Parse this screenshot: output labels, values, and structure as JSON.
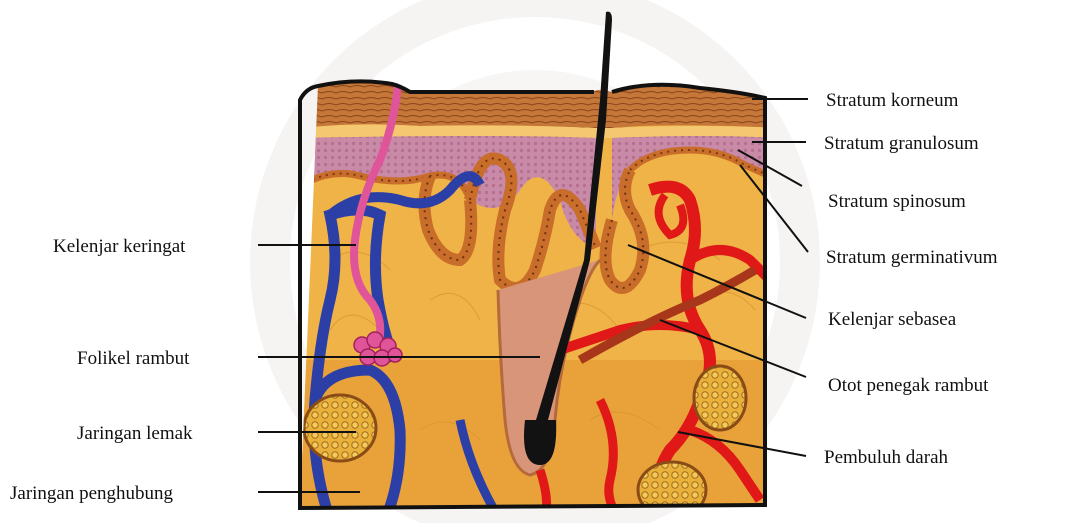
{
  "colors": {
    "outline": "#111111",
    "corneum": "#b5652f",
    "epidermis": "#d58ea9",
    "dermis": "#f0b548",
    "hypodermis": "#e9a23a",
    "blood_vessel_red": "#e01818",
    "blood_vessel_blue": "#2c3fa6",
    "sweat_gland": "#e0559a",
    "sebaceous": "#c9742e",
    "hair": "#121212",
    "fat": "#e8b63a",
    "watermark": "#f3f0ef"
  },
  "labels": {
    "left": [
      {
        "id": "kelenjar-keringat",
        "text": "Kelenjar keringat"
      },
      {
        "id": "folikel-rambut",
        "text": "Folikel rambut"
      },
      {
        "id": "jaringan-lemak",
        "text": "Jaringan lemak"
      },
      {
        "id": "jaringan-penghubung",
        "text": "Jaringan penghubung"
      }
    ],
    "right": [
      {
        "id": "stratum-korneum",
        "text": "Stratum korneum"
      },
      {
        "id": "stratum-granulosum",
        "text": "Stratum granulosum"
      },
      {
        "id": "stratum-spinosum",
        "text": "Stratum spinosum"
      },
      {
        "id": "stratum-germinativum",
        "text": "Stratum germinativum"
      },
      {
        "id": "kelenjar-sebasea",
        "text": "Kelenjar sebasea"
      },
      {
        "id": "otot-penegak-rambut",
        "text": "Otot penegak rambut"
      },
      {
        "id": "pembuluh-darah",
        "text": "Pembuluh darah"
      }
    ]
  }
}
